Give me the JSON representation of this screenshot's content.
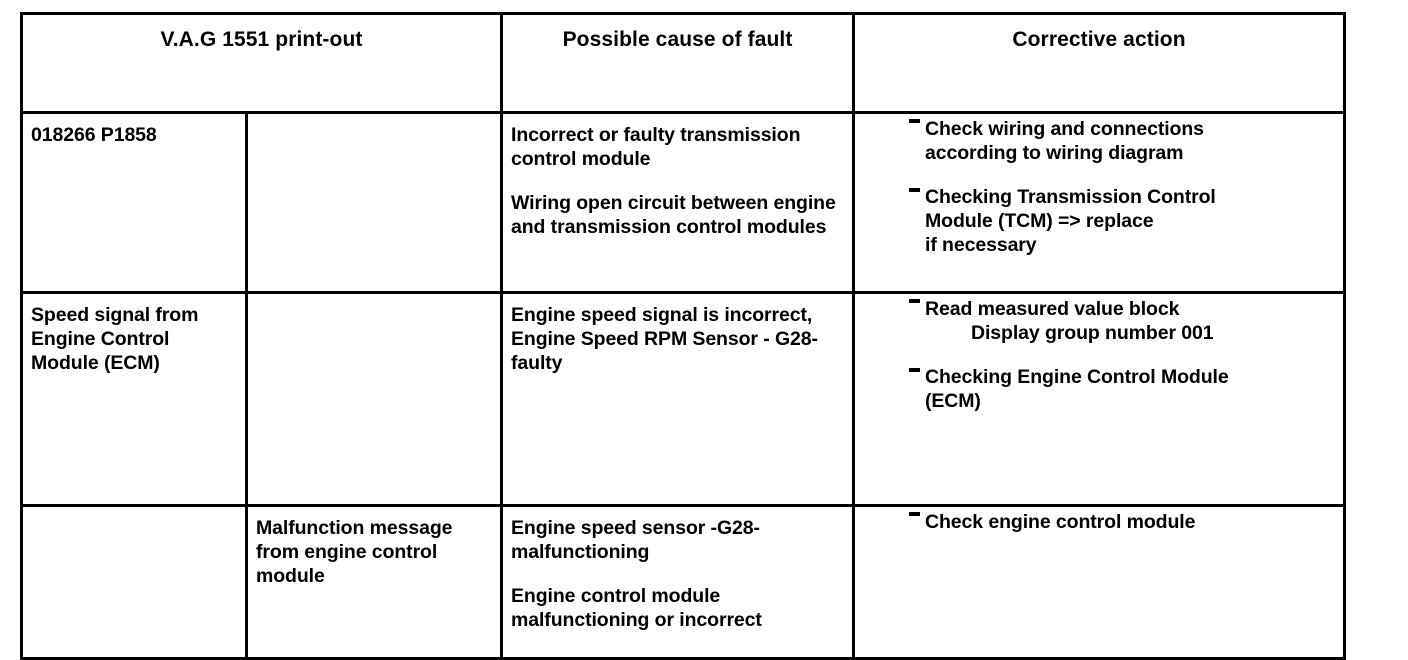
{
  "document": {
    "type": "fault-table",
    "colors": {
      "ink": "#000000",
      "paper": "#ffffff"
    }
  },
  "table": {
    "headers": {
      "printout": "V.A.G 1551 print-out",
      "cause": "Possible cause of fault",
      "action": "Corrective action"
    },
    "rows": [
      {
        "printout_left": "018266 P1858",
        "printout_right": "",
        "causes": [
          "Incorrect or faulty transmission control module",
          "Wiring open circuit between engine and transmission control modules"
        ],
        "actions": [
          {
            "lines": [
              {
                "text": "Check wiring and connections",
                "indent": 0
              },
              {
                "text": "according to wiring diagram",
                "indent": 0
              }
            ]
          },
          {
            "lines": [
              {
                "text": "Checking Transmission Control",
                "indent": 0
              },
              {
                "text": "Module (TCM) => replace",
                "indent": 0
              },
              {
                "text": "if necessary",
                "indent": 0
              }
            ]
          }
        ]
      },
      {
        "printout_left": "Speed signal from Engine Control Module (ECM)",
        "printout_right": "",
        "causes": [
          "Engine speed signal is incorrect, Engine Speed RPM Sensor - G28- faulty"
        ],
        "actions": [
          {
            "lines": [
              {
                "text": "Read measured value block",
                "indent": 0
              },
              {
                "text": "Display group number 001",
                "indent": 1
              }
            ]
          },
          {
            "lines": [
              {
                "text": "Checking Engine Control Module",
                "indent": 0
              },
              {
                "text": "(ECM)",
                "indent": 0
              }
            ]
          }
        ]
      },
      {
        "printout_left": "",
        "printout_right": "Malfunction message from engine control module",
        "causes": [
          "Engine speed sensor -G28- malfunctioning",
          "Engine control module malfunctioning or incorrect"
        ],
        "actions": [
          {
            "lines": [
              {
                "text": "Check engine control module",
                "indent": 0
              }
            ]
          }
        ]
      }
    ]
  }
}
